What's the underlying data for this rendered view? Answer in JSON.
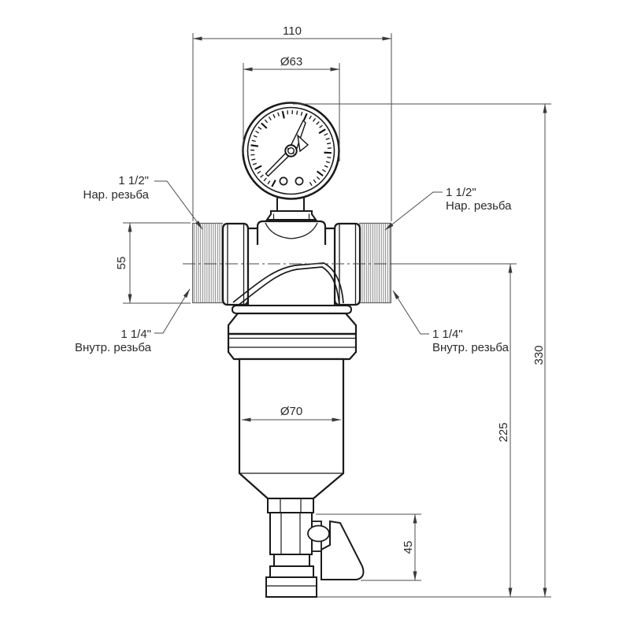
{
  "drawing": {
    "dims": {
      "top_width": "110",
      "gauge_dia": "Ø63",
      "inlet_height": "55",
      "bowl_dia": "Ø70",
      "total_height": "330",
      "axis_to_bottom": "225",
      "drain_height": "45"
    },
    "labels": {
      "left_top": {
        "size": "1 1/2\"",
        "type": "Нар. резьба"
      },
      "right_top": {
        "size": "1 1/2\"",
        "type": "Нар. резьба"
      },
      "left_bottom": {
        "size": "1 1/4\"",
        "type": "Внутр. резьба"
      },
      "right_bottom": {
        "size": "1 1/4\"",
        "type": "Внутр. резьба"
      }
    },
    "colors": {
      "outline": "#1a1a1a",
      "dimension": "#4d4d4d",
      "text": "#2b2b2b",
      "hatch": "#888888",
      "background": "#ffffff"
    }
  }
}
